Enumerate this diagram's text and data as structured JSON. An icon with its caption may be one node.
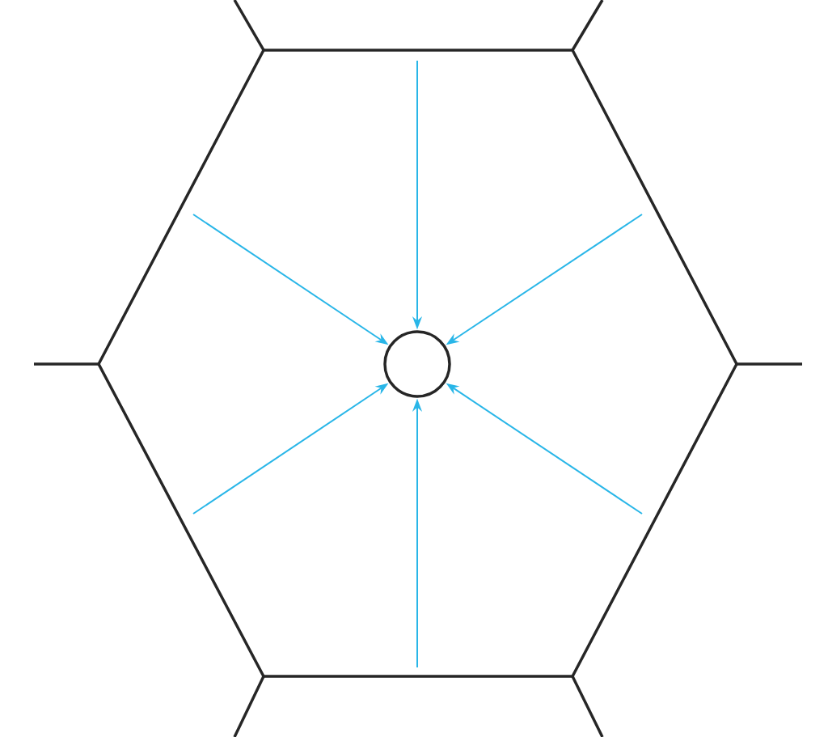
{
  "diagram": {
    "nodes": [
      {
        "text": [],
        "shape": "hexagon"
      },
      {
        "text": [],
        "shape": "circle",
        "in": 0
      }
    ],
    "edges": [
      {
        "from": null,
        "to": 1,
        "arrow": "to"
      },
      {
        "from": null,
        "to": 1,
        "arrow": "to"
      },
      {
        "from": null,
        "to": 1,
        "arrow": "to"
      },
      {
        "from": null,
        "to": 1,
        "arrow": "to"
      },
      {
        "from": null,
        "to": 1,
        "arrow": "to"
      },
      {
        "from": null,
        "to": 1,
        "arrow": "to"
      }
    ]
  }
}
